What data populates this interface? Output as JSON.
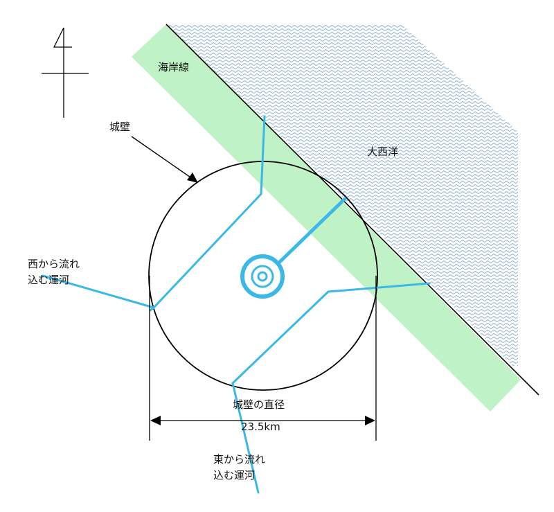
{
  "labels": {
    "coastline": "海岸線",
    "ocean": "大西洋",
    "wall": "城壁",
    "west_canal_line1": "西から流れ",
    "west_canal_line2": "込む運河",
    "east_canal_line1": "東から流れ",
    "east_canal_line2": "込む運河",
    "diameter_title": "城壁の直径",
    "diameter_value": "23.5km"
  },
  "colors": {
    "ocean_wave": "#7aa6c8",
    "coast_strip": "#bff2c4",
    "canal": "#3ab8e6",
    "outline": "#000000"
  },
  "icons": {
    "north_arrow": "north-arrow-icon",
    "central_target": "concentric-rings-icon"
  }
}
